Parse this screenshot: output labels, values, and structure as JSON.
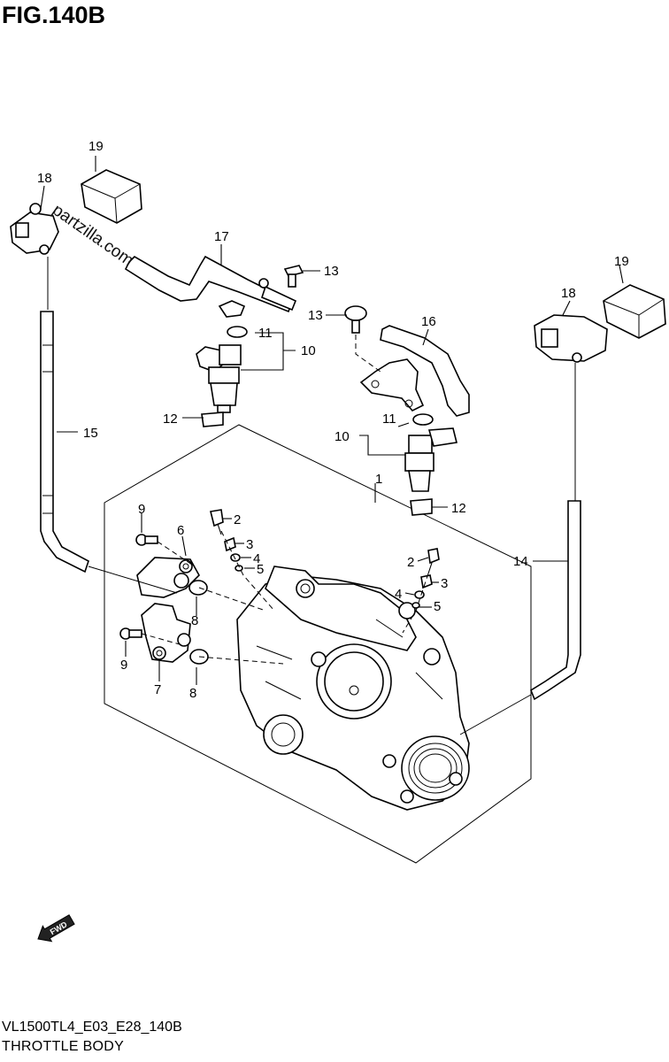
{
  "figure_title": "FIG.140B",
  "footer": {
    "code": "VL1500TL4_E03_E28_140B",
    "name": "THROTTLE BODY"
  },
  "watermark": "partzilla.com",
  "fwd_label": "FWD",
  "callouts": {
    "c1": "1",
    "c2a": "2",
    "c2b": "2",
    "c3a": "3",
    "c3b": "3",
    "c4a": "4",
    "c4b": "4",
    "c5a": "5",
    "c5b": "5",
    "c6": "6",
    "c7": "7",
    "c8a": "8",
    "c8b": "8",
    "c9a": "9",
    "c9b": "9",
    "c10a": "10",
    "c10b": "10",
    "c11a": "11",
    "c11b": "11",
    "c12a": "12",
    "c12b": "12",
    "c13a": "13",
    "c13b": "13",
    "c14": "14",
    "c15": "15",
    "c16": "16",
    "c17": "17",
    "c18a": "18",
    "c18b": "18",
    "c19a": "19",
    "c19b": "19"
  }
}
